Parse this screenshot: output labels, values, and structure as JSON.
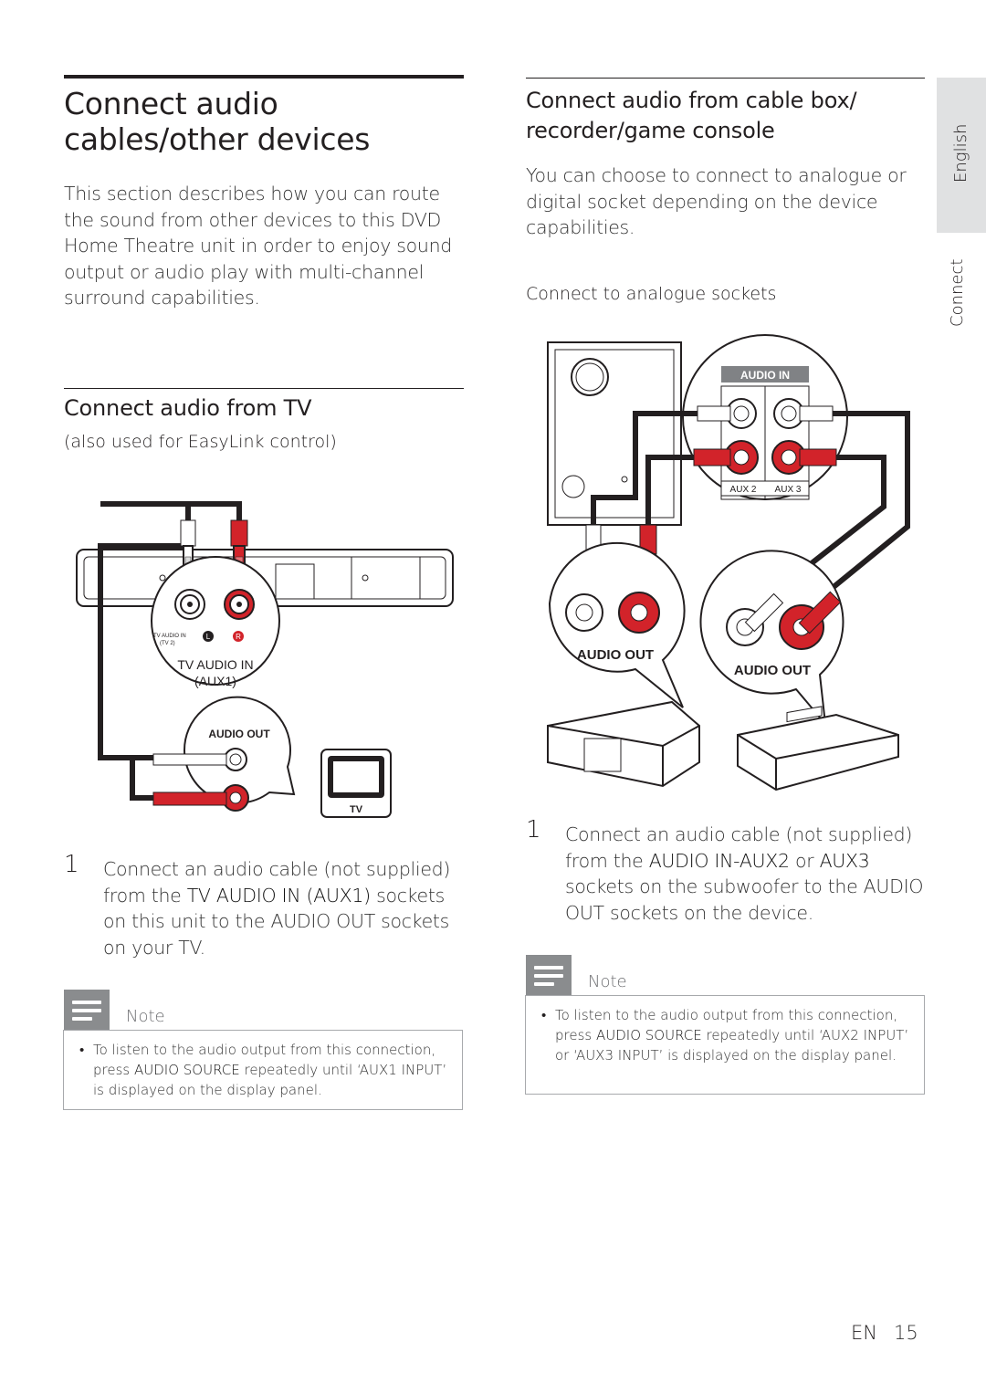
{
  "side": {
    "tab_language": "English",
    "tab_section": "Connect"
  },
  "left": {
    "title": "Connect audio cables/other devices",
    "intro": "This section describes how you can route the sound from other devices to this DVD Home Theatre unit in order to enjoy sound output or audio play with multi-channel surround capabilities.",
    "heading": "Connect audio from TV",
    "subheading": "(also used for EasyLink control)",
    "diagram": {
      "tv_audio_in_small": "TV AUDIO IN",
      "tv2_small": "(TV 2)",
      "left_marker": "L",
      "right_marker": "R",
      "socket_label_line1": "TV AUDIO IN",
      "socket_label_line2": "(AUX1)",
      "audio_out": "AUDIO OUT",
      "tv": "TV"
    },
    "step": {
      "number": "1",
      "pre": "Connect an audio cable (not supplied) from the ",
      "em": "TV AUDIO IN (AUX1)",
      "post": " sockets on this unit to the AUDIO OUT sockets on your TV."
    },
    "note": {
      "label": "Note",
      "pre": "To listen to the audio output from this connection, press ",
      "em": "AUDIO SOURCE",
      "post": " repeatedly until ‘AUX1 INPUT’ is displayed on the display panel."
    }
  },
  "right": {
    "heading": "Connect audio from cable box/ recorder/game console",
    "intro": "You can choose to connect to analogue or digital socket depending on the device capabilities.",
    "subheading": "Connect to analogue sockets",
    "diagram": {
      "audio_in": "AUDIO IN",
      "aux2": "AUX 2",
      "aux3": "AUX 3",
      "audio_out_left": "AUDIO OUT",
      "audio_out_right": "AUDIO OUT"
    },
    "step": {
      "number": "1",
      "pre": "Connect an audio cable (not supplied) from the ",
      "em1": "AUDIO IN-AUX2",
      "mid": " or ",
      "em2": "AUX3",
      "post": " sockets on the subwoofer to the AUDIO OUT sockets on the device."
    },
    "note": {
      "label": "Note",
      "pre": "To listen to the audio output from this connection, press ",
      "em": "AUDIO SOURCE",
      "post": " repeatedly until ‘AUX2 INPUT’ or ‘AUX3 INPUT’ is displayed on the display panel."
    }
  },
  "footer": {
    "lang": "EN",
    "page": "15"
  },
  "colors": {
    "red": "#d2232a",
    "grey_tab": "#e0e1e2",
    "note_icon": "#8a8c8e"
  }
}
